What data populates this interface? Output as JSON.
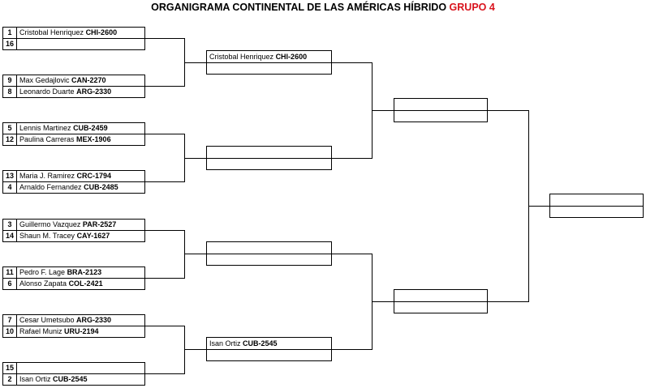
{
  "title": {
    "main": "ORGANIGRAMA CONTINENTAL DE LAS AMÉRICAS HÍBRIDO",
    "group": "GRUPO 4"
  },
  "round1": [
    {
      "seed": "1",
      "name": "Cristobal Henriquez",
      "rating": "CHI-2600"
    },
    {
      "seed": "16",
      "name": "",
      "rating": ""
    },
    {
      "seed": "9",
      "name": "Max Gedajlovic",
      "rating": "CAN-2270"
    },
    {
      "seed": "8",
      "name": "Leonardo Duarte",
      "rating": "ARG-2330"
    },
    {
      "seed": "5",
      "name": "Lennis Martinez",
      "rating": "CUB-2459"
    },
    {
      "seed": "12",
      "name": "Paulina Carreras",
      "rating": "MEX-1906"
    },
    {
      "seed": "13",
      "name": "Maria J. Ramirez",
      "rating": "CRC-1794"
    },
    {
      "seed": "4",
      "name": "Arnaldo Fernandez",
      "rating": "CUB-2485"
    },
    {
      "seed": "3",
      "name": "Guillermo Vazquez",
      "rating": "PAR-2527"
    },
    {
      "seed": "14",
      "name": "Shaun M. Tracey",
      "rating": "CAY-1627"
    },
    {
      "seed": "11",
      "name": "Pedro F. Lage",
      "rating": "BRA-2123"
    },
    {
      "seed": "6",
      "name": "Alonso Zapata",
      "rating": "COL-2421"
    },
    {
      "seed": "7",
      "name": "Cesar Umetsubo",
      "rating": "ARG-2330"
    },
    {
      "seed": "10",
      "name": "Rafael Muniz",
      "rating": "URU-2194"
    },
    {
      "seed": "15",
      "name": "",
      "rating": ""
    },
    {
      "seed": "2",
      "name": "Isan Ortiz",
      "rating": "CUB-2545"
    }
  ],
  "round2": [
    {
      "name": "Cristobal Henriquez",
      "rating": "CHI-2600"
    },
    {
      "name": "",
      "rating": ""
    },
    {
      "name": "",
      "rating": ""
    },
    {
      "name": "",
      "rating": ""
    },
    {
      "name": "",
      "rating": ""
    },
    {
      "name": "",
      "rating": ""
    },
    {
      "name": "Isan Ortiz",
      "rating": "CUB-2545"
    },
    {
      "name": "",
      "rating": ""
    }
  ],
  "round3": [
    {
      "name": "",
      "rating": ""
    },
    {
      "name": "",
      "rating": ""
    },
    {
      "name": "",
      "rating": ""
    },
    {
      "name": "",
      "rating": ""
    }
  ],
  "final": [
    {
      "name": "",
      "rating": ""
    },
    {
      "name": "",
      "rating": ""
    }
  ]
}
